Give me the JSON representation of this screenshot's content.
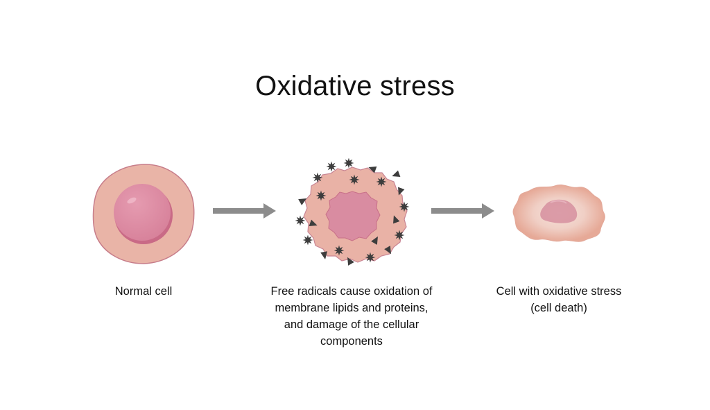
{
  "title": "Oxidative stress",
  "stages": [
    {
      "id": "normal",
      "caption_lines": [
        "Normal cell"
      ]
    },
    {
      "id": "radicals",
      "caption_lines": [
        "Free radicals cause oxidation of",
        "membrane lipids and proteins,",
        "and damage of the cellular",
        "components"
      ]
    },
    {
      "id": "stress",
      "caption_lines": [
        "Cell with oxidative stress",
        "(cell death)"
      ]
    }
  ],
  "colors": {
    "cytoplasm": "#e8b1a6",
    "cell_outline": "#c97f8a",
    "nucleus": "#dc8a9f",
    "nucleus_shadow": "#c86c85",
    "arrow": "#8a8a8a",
    "radical": "#3d3d3d",
    "dead_cell_edge": "#eab4a4",
    "dead_cell_center": "#f2d8d0",
    "dead_nucleus": "#d993a1"
  },
  "icons": [
    "normal-cell-icon",
    "arrow-right-icon",
    "damaged-cell-icon",
    "free-radical-star-icon",
    "free-radical-triangle-icon",
    "dead-cell-icon"
  ]
}
